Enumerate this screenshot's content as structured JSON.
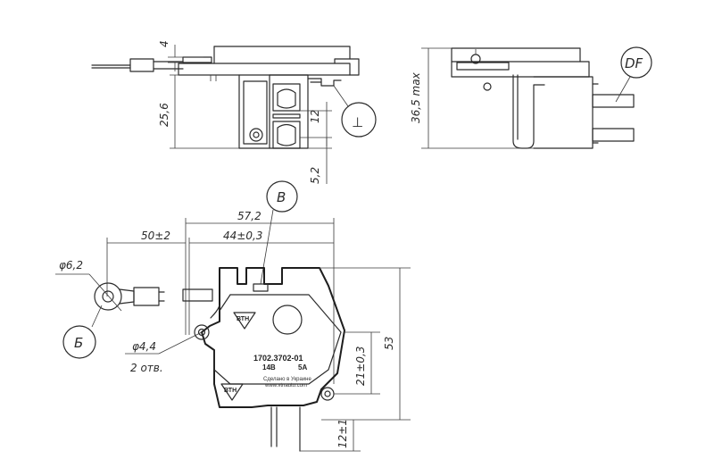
{
  "side_view": {
    "dim_4": "4",
    "dim_25_6": "25,6",
    "dim_12": "12",
    "dim_5_2": "5,2",
    "ground_symbol": "⊥"
  },
  "end_view": {
    "dim_36_5": "36,5 max",
    "callout_df": "DF"
  },
  "front_view": {
    "callout_b": "В",
    "callout_b_cyr": "Б",
    "dim_57_2": "57,2",
    "dim_50": "50±2",
    "dim_44": "44±0,3",
    "dim_phi_6_2": "φ6,2",
    "dim_phi_4_4": "φ4,4",
    "dim_2_holes": "2 отв.",
    "dim_53": "53",
    "dim_21": "21±0,3",
    "dim_12_1": "12±1"
  },
  "label": {
    "logo": "ВТН",
    "part_number": "1702.3702-01",
    "voltage": "14В",
    "current": "5А",
    "made_in": "Сделано в Украине",
    "website": "www.vtnauto.com"
  }
}
